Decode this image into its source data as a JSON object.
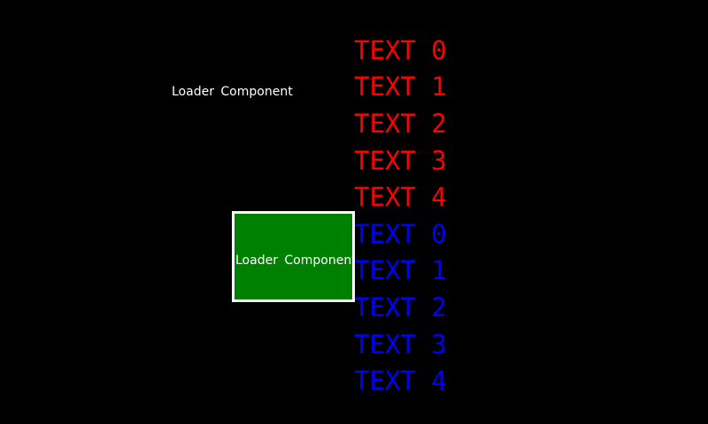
{
  "screen": {
    "background": "#000000"
  },
  "labels": {
    "top_loader": {
      "text": "Loader Component",
      "color": "#ffffff"
    },
    "box_loader": {
      "text": "Loader Component",
      "color": "#ffffff"
    }
  },
  "loader_box": {
    "background": "#008000",
    "border_color": "#ffffff"
  },
  "text_list": {
    "red_color": "#ff0000",
    "blue_color": "#0000ff",
    "red_items": [
      "TEXT 0",
      "TEXT 1",
      "TEXT 2",
      "TEXT 3",
      "TEXT 4"
    ],
    "blue_items": [
      "TEXT 0",
      "TEXT 1",
      "TEXT 2",
      "TEXT 3",
      "TEXT 4"
    ]
  }
}
